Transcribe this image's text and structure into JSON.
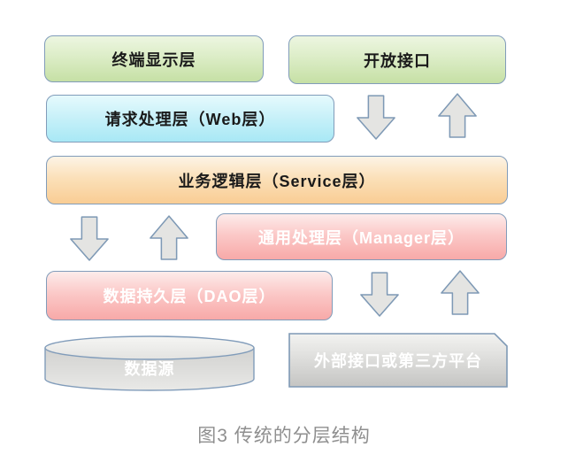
{
  "figure": {
    "caption": "图3 传统的分层结构"
  },
  "diagram": {
    "nodes": {
      "terminal": {
        "label": "终端显示层",
        "shape": "rounded-rect",
        "fill": "#c6e0a5",
        "text_color": "#1a1a1a"
      },
      "open_api": {
        "label": "开放接口",
        "shape": "rounded-rect",
        "fill": "#c6e0a5",
        "text_color": "#1a1a1a"
      },
      "web": {
        "label": "请求处理层（Web层）",
        "shape": "rounded-rect",
        "fill": "#a8e8f5",
        "text_color": "#1a1a1a"
      },
      "service": {
        "label": "业务逻辑层（Service层）",
        "shape": "rounded-rect",
        "fill": "#f9cd94",
        "text_color": "#1a1a1a"
      },
      "manager": {
        "label": "通用处理层（Manager层）",
        "shape": "rounded-rect",
        "fill": "#f8a9a8",
        "text_color": "#ffffff"
      },
      "dao": {
        "label": "数据持久层（DAO层）",
        "shape": "rounded-rect",
        "fill": "#f8a9a8",
        "text_color": "#ffffff"
      },
      "datasource": {
        "label": "数据源",
        "shape": "cylinder",
        "fill": "#d9d9d7",
        "text_color": "#ffffff"
      },
      "external": {
        "label": "外部接口或第三方平台",
        "shape": "clipped-corner-rect",
        "fill": "#d4d4d2",
        "text_color": "#ffffff"
      }
    },
    "arrows": [
      {
        "between": "open_api and service",
        "direction": "down"
      },
      {
        "between": "open_api and service",
        "direction": "up"
      },
      {
        "between": "service and dao",
        "direction": "down"
      },
      {
        "between": "service and dao",
        "direction": "up"
      },
      {
        "between": "manager and external",
        "direction": "down"
      },
      {
        "between": "manager and external",
        "direction": "up"
      }
    ],
    "arrow_fill": "#e4e4e2",
    "arrow_stroke": "#7e99b5",
    "border_color": "#819cba"
  }
}
